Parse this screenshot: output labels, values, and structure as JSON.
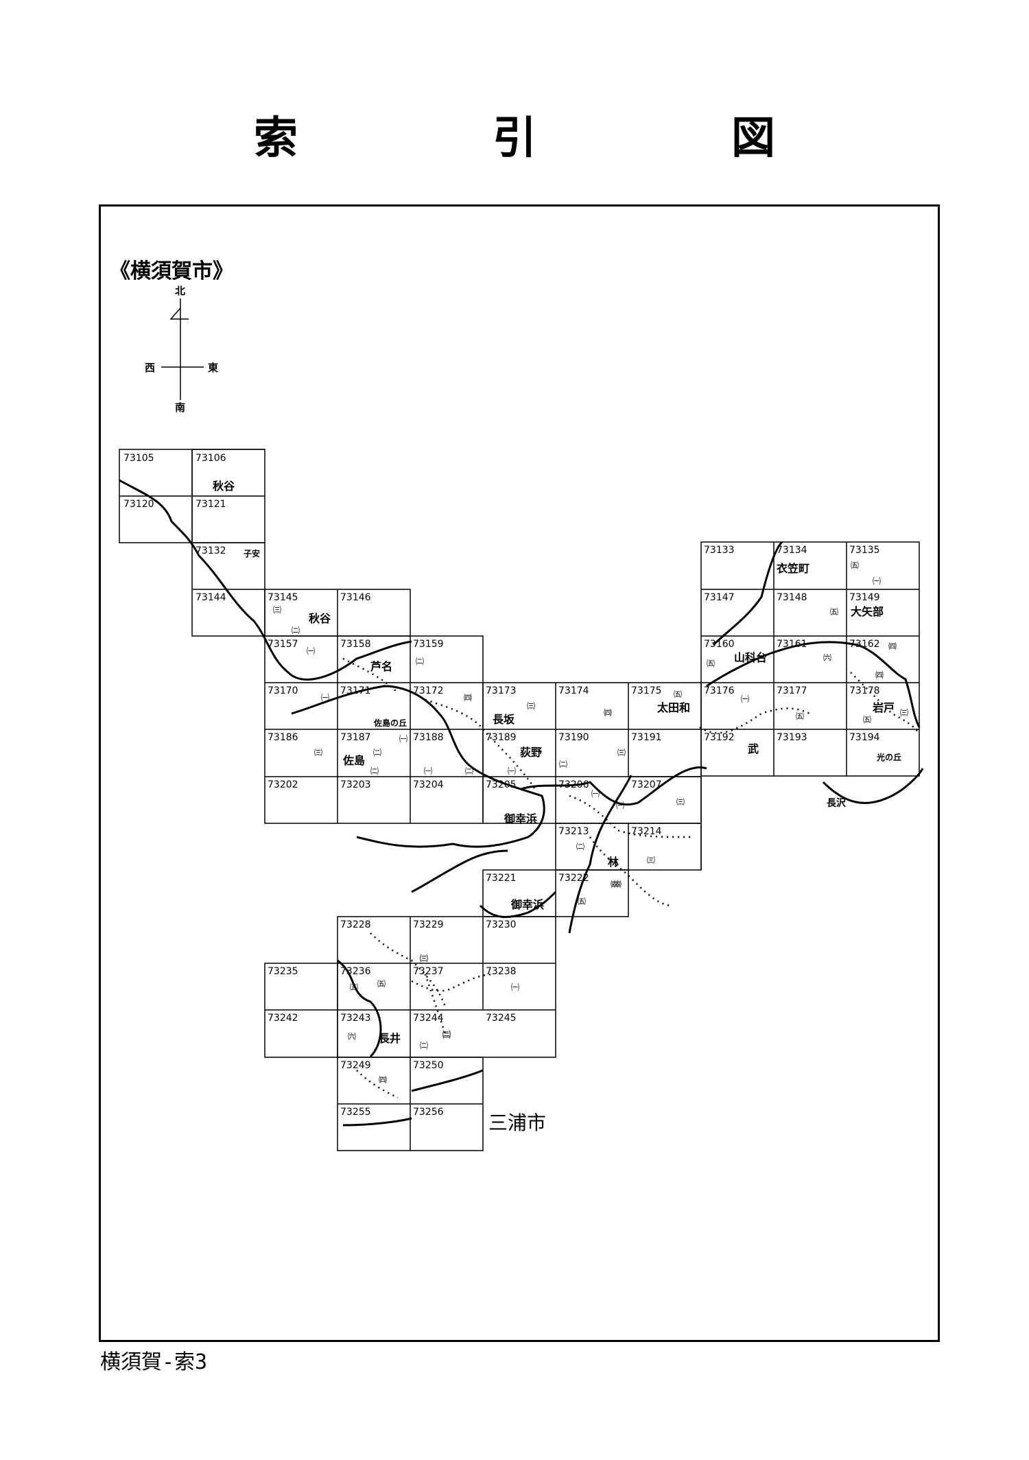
{
  "page_title": "索　引　図",
  "city": "《横須賀市》",
  "compass": {
    "north": "北",
    "south": "南",
    "east": "東",
    "west": "西"
  },
  "cells": [
    "73105",
    "73106",
    "73120",
    "73121",
    "73132",
    "73144",
    "73145",
    "73146",
    "73157",
    "73158",
    "73159",
    "73170",
    "73171",
    "73172",
    "73173",
    "73174",
    "73175",
    "73176",
    "73177",
    "73178",
    "73186",
    "73187",
    "73188",
    "73189",
    "73190",
    "73191",
    "73192",
    "73193",
    "73194",
    "73202",
    "73203",
    "73204",
    "73205",
    "73206",
    "73207",
    "73213",
    "73214",
    "73221",
    "73222",
    "73228",
    "73229",
    "73230",
    "73235",
    "73236",
    "73237",
    "73238",
    "73242",
    "73243",
    "73244",
    "73245",
    "73249",
    "73250",
    "73255",
    "73256",
    "73133",
    "73134",
    "73135",
    "73147",
    "73148",
    "73149",
    "73160",
    "73161",
    "73162"
  ],
  "places": [
    "秋谷",
    "子安",
    "秋谷",
    "芦名",
    "長坂",
    "太田和",
    "佐島の丘",
    "佐島",
    "荻野",
    "武",
    "御幸浜",
    "林",
    "御幸浜",
    "長井",
    "衣笠町",
    "大矢部",
    "山科台",
    "岩戸",
    "光の丘",
    "長沢"
  ],
  "kanji_numbers": [
    "㈢",
    "㈡",
    "㈠",
    "㈡",
    "㈣",
    "㈢",
    "㈣",
    "㈤",
    "㈠",
    "㈢",
    "㈡",
    "㈠",
    "㈠",
    "㈢",
    "㈡",
    "㈡",
    "㈠",
    "㈡",
    "㈠",
    "㈡",
    "㈢",
    "㈣",
    "㈠",
    "㈢",
    "㈡",
    "㈠",
    "㈡",
    "㈢",
    "㈣",
    "㈤",
    "㈢",
    "㈤",
    "㈠",
    "㈡",
    "㈥",
    "㈣",
    "㈤",
    "㈠",
    "㈤",
    "㈤",
    "㈥",
    "㈣",
    "㈣",
    "㈤",
    "㈢",
    "㈤",
    "㈤"
  ],
  "other_city": "三浦市",
  "footer": "横須賀-索3"
}
